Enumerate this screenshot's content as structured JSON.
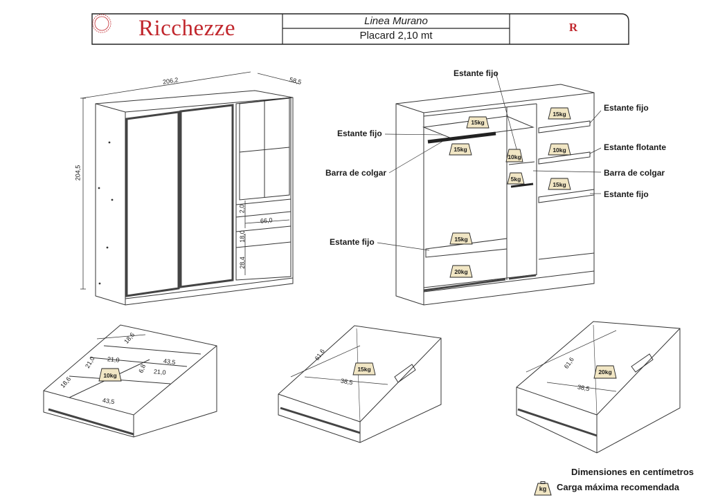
{
  "header": {
    "brand": "Ricchezze",
    "line": "Linea Murano",
    "model": "Placard 2,10 mt",
    "logo_letter": "R",
    "brand_color": "#c1272d"
  },
  "front_view": {
    "width": "206,2",
    "depth": "58,5",
    "height": "204,5",
    "drawer_gap": "2,0",
    "drawer_width": "66,0",
    "drawer_height_mid": "18,0",
    "drawer_height_low": "28,4"
  },
  "interior_view": {
    "labels": {
      "fixed_shelf": "Estante fijo",
      "floating_shelf": "Estante flotante",
      "hanging_bar": "Barra de colgar"
    },
    "loads": {
      "top_shelf": "15kg",
      "hanging_bar_left": "15kg",
      "small_shelf": "10kg",
      "small_bar": "5kg",
      "right_top": "15kg",
      "right_middle": "10kg",
      "right_lower": "15kg",
      "bottom_shelf": "15kg",
      "floor": "20kg"
    }
  },
  "drawers": [
    {
      "name": "drawer-with-dividers",
      "dims": [
        "18,6",
        "21,0",
        "21,0",
        "43,5",
        "6,8",
        "21,0",
        "18,6",
        "43,5"
      ],
      "load": "10kg"
    },
    {
      "name": "medium-drawer",
      "depth": "61,6",
      "width": "38,5",
      "load": "15kg"
    },
    {
      "name": "large-drawer",
      "depth": "61,6",
      "width": "38,5",
      "load": "20kg"
    }
  ],
  "legend": {
    "units": "Dimensiones en centímetros",
    "load": "Carga máxima recomendada",
    "icon_text": "kg"
  }
}
